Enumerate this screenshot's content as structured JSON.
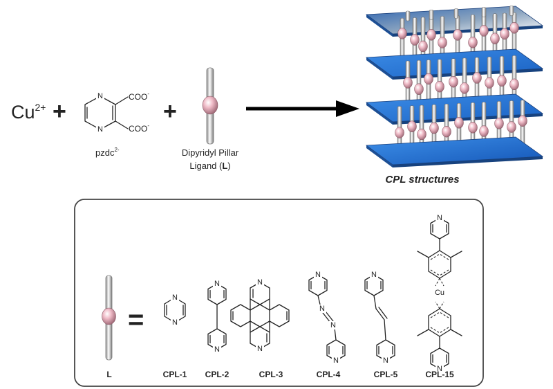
{
  "reaction": {
    "metal_base": "Cu",
    "metal_charge": "2+",
    "plus": "+",
    "carboxylate": "COO",
    "carboxylate_charge": "-",
    "nitrogen": "N",
    "pzdc_base": "pzdc",
    "pzdc_charge": "2-",
    "pillar_caption_line1": "Dipyridyl Pillar",
    "pillar_caption_line2_prefix": "Ligand (",
    "pillar_caption_line2_bold": "L",
    "pillar_caption_line2_suffix": ")"
  },
  "product": {
    "caption": "CPL structures"
  },
  "legend": {
    "symbol_label": "L",
    "equals": "=",
    "copper": "Cu",
    "ligands": [
      {
        "id": "cpl1",
        "label": "CPL-1"
      },
      {
        "id": "cpl2",
        "label": "CPL-2"
      },
      {
        "id": "cpl3",
        "label": "CPL-3"
      },
      {
        "id": "cpl4",
        "label": "CPL-4"
      },
      {
        "id": "cpl5",
        "label": "CPL-5"
      },
      {
        "id": "cpl15",
        "label": "CPL-15"
      }
    ]
  },
  "colors": {
    "plate_top": "#8fa8c4",
    "plate_mid": "#2d7fd8",
    "plate_bottom": "#1f6fd6",
    "pillar": "#d9d9d9",
    "bead": "#e8a4b4"
  }
}
